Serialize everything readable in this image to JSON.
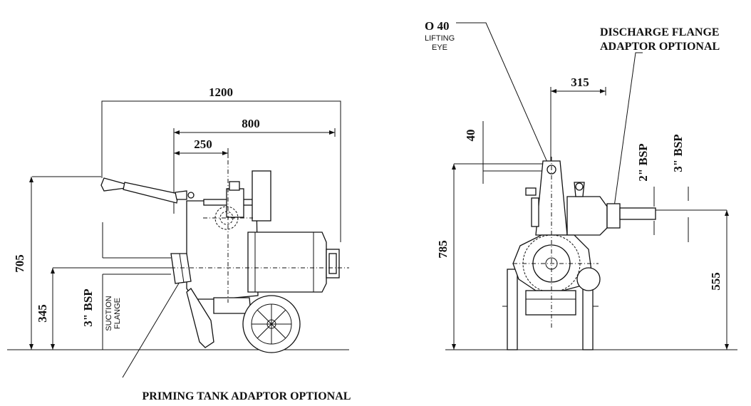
{
  "left_view": {
    "dim_1200": "1200",
    "dim_800": "800",
    "dim_250": "250",
    "dim_705": "705",
    "dim_345": "345",
    "suction_size": "3\" BSP",
    "suction_label_1": "SUCTION",
    "suction_label_2": "FLANGE",
    "priming_caption": "PRIMING TANK ADAPTOR OPTIONAL"
  },
  "right_view": {
    "lifting_eye_size": "O 40",
    "lifting_eye_label_1": "LIFTING",
    "lifting_eye_label_2": "EYE",
    "discharge_caption_1": "DISCHARGE FLANGE",
    "discharge_caption_2": "ADAPTOR OPTIONAL",
    "dim_315": "315",
    "dim_40": "40",
    "dim_785": "785",
    "dim_555": "555",
    "bsp_2": "2\" BSP",
    "bsp_3": "3\" BSP"
  }
}
